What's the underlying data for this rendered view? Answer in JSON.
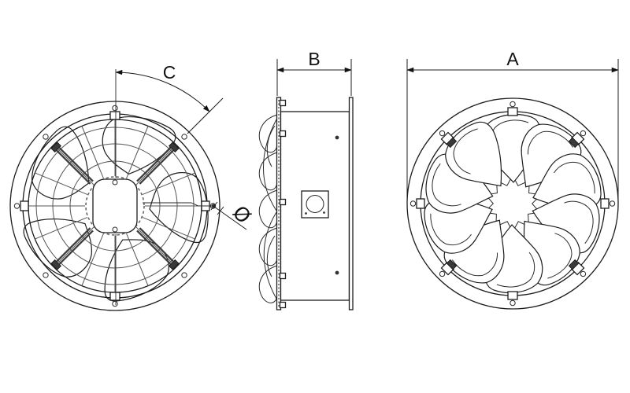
{
  "drawing": {
    "description": "Axial fan technical drawing, three orthographic views",
    "dimension_labels": {
      "angle": "C",
      "depth": "B",
      "diameter": "A",
      "hole_diameter": "Ø"
    },
    "colors": {
      "line": "#1c1c1c",
      "thin_line": "#555555",
      "background": "#ffffff"
    }
  }
}
